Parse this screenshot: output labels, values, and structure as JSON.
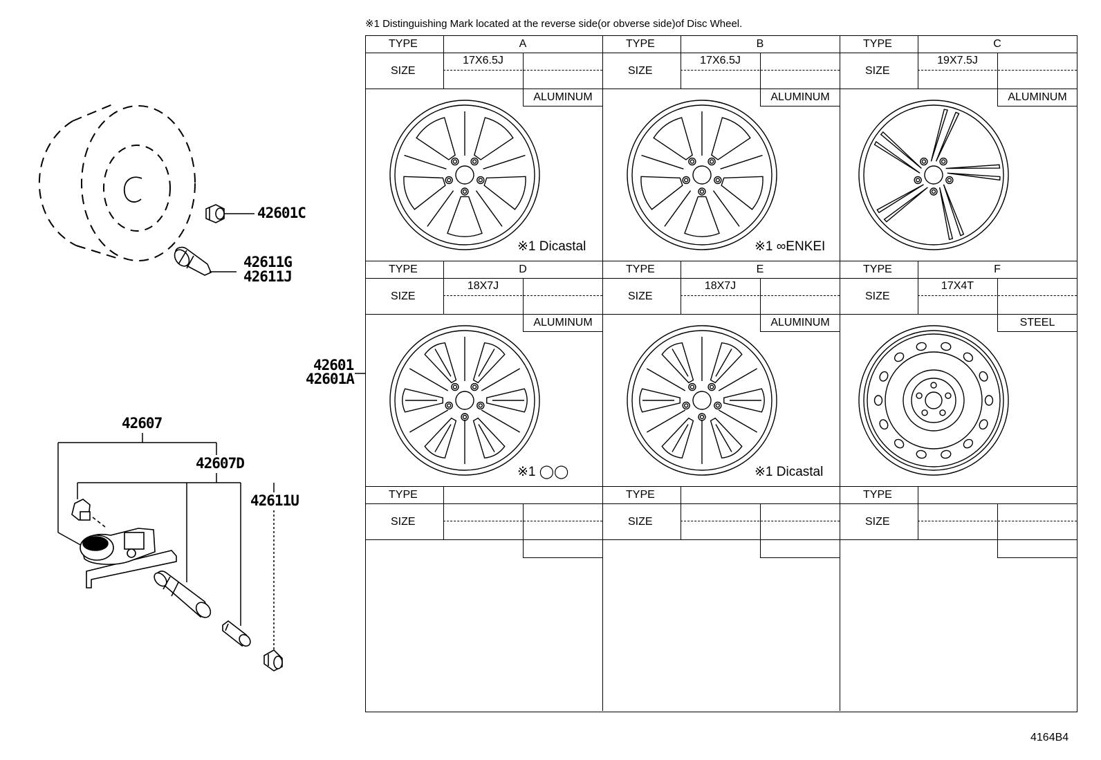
{
  "note": "※1 Distinguishing Mark located at the reverse side(or obverse side)of Disc Wheel.",
  "labels": {
    "type": "TYPE",
    "size": "SIZE"
  },
  "wheels": [
    {
      "type": "A",
      "size": "17X6.5J",
      "material": "ALUMINUM",
      "mark": "※1 Dicastal",
      "style": "split-spoke"
    },
    {
      "type": "B",
      "size": "17X6.5J",
      "material": "ALUMINUM",
      "mark": "※1 ∞ENKEI",
      "style": "split-spoke"
    },
    {
      "type": "C",
      "size": "19X7.5J",
      "material": "ALUMINUM",
      "mark": "",
      "style": "twin-spoke"
    },
    {
      "type": "D",
      "size": "18X7J",
      "material": "ALUMINUM",
      "mark": "※1 ◯◯",
      "style": "multi-spoke"
    },
    {
      "type": "E",
      "size": "18X7J",
      "material": "ALUMINUM",
      "mark": "※1 Dicastal",
      "style": "multi-spoke"
    },
    {
      "type": "F",
      "size": "17X4T",
      "material": "STEEL",
      "mark": "",
      "style": "steel"
    }
  ],
  "parts": {
    "p42601C": "42601C",
    "p42611G": "42611G",
    "p42611J": "42611J",
    "p42601": "42601",
    "p42601A": "42601A",
    "p42607": "42607",
    "p42607D": "42607D",
    "p42611U": "42611U"
  },
  "code": "4164B4"
}
